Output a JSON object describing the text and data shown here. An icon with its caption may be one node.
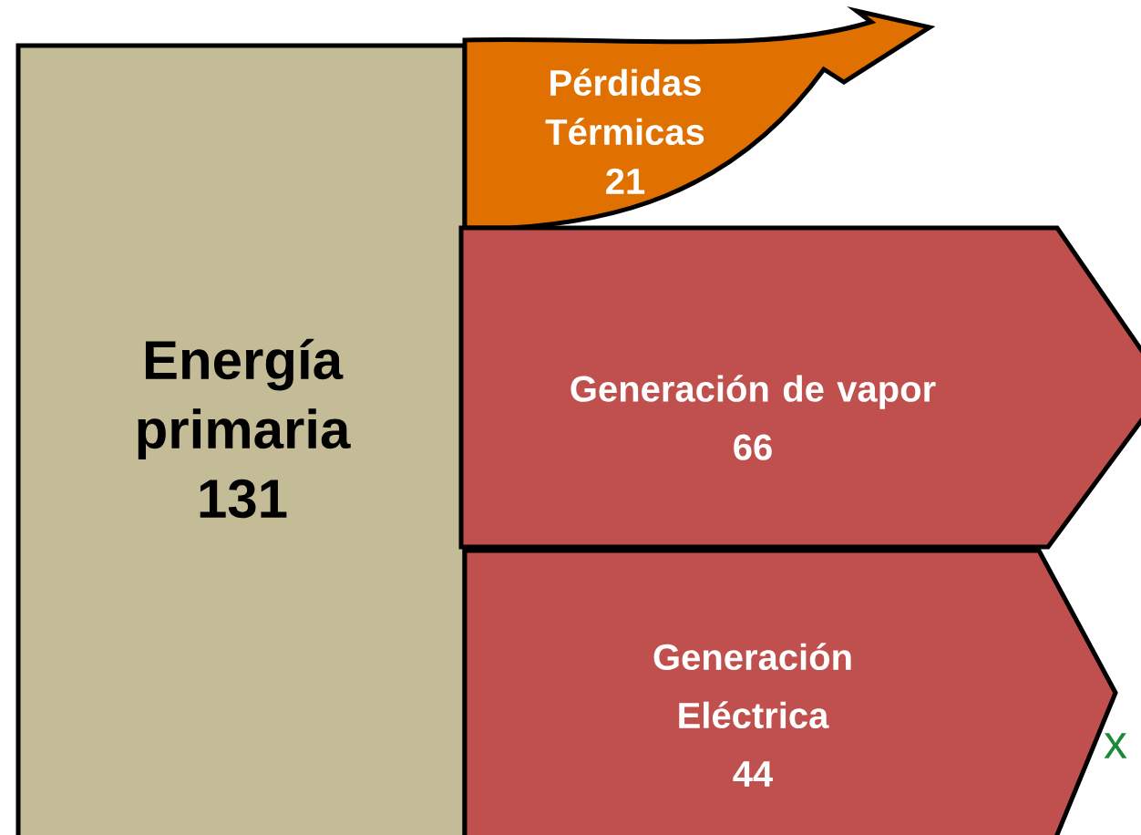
{
  "diagram": {
    "nodes": [
      {
        "text": [
          "Energía primaria",
          "131"
        ]
      },
      {
        "text": [
          "Pérdidas Térmicas",
          "21"
        ]
      },
      {
        "text": [
          "Generación de vapor",
          "66"
        ]
      },
      {
        "text": [
          "Generación Eléctrica",
          "44"
        ]
      }
    ],
    "labels": [
      "x"
    ]
  }
}
